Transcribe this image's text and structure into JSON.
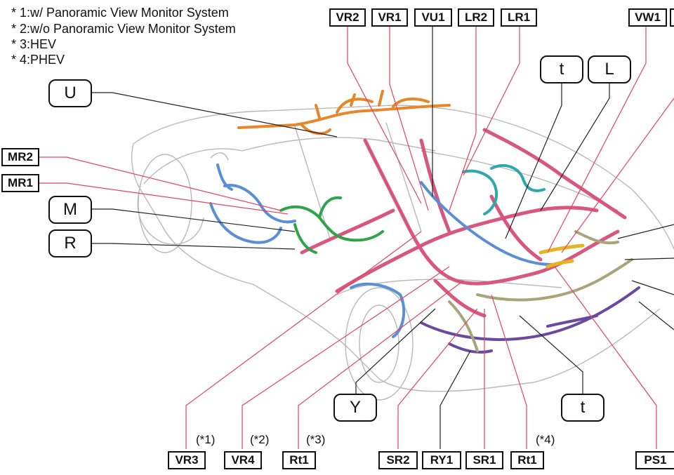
{
  "notes": [
    "* 1:w/ Panoramic View Monitor System",
    "* 2:w/o Panoramic View Monitor System",
    "* 3:HEV",
    "* 4:PHEV"
  ],
  "top_labels": [
    "VR2",
    "VR1",
    "VU1",
    "LR2",
    "LR1",
    "VW1"
  ],
  "left_labels": [
    "MR2",
    "MR1"
  ],
  "bottom_labels": [
    "VR3",
    "VR4",
    "Rt1",
    "SR2",
    "RY1",
    "SR1",
    "Rt1",
    "PS1"
  ],
  "conditions": [
    "(*1)",
    "(*2)",
    "(*3)",
    "(*4)"
  ],
  "connector_labels": [
    "U",
    "M",
    "R",
    "t",
    "L",
    "Y",
    "t"
  ],
  "colors": {
    "leader_line": "#e0455f",
    "harness_pink": "#d8577f",
    "harness_orange": "#e8862a",
    "harness_blue": "#5a8fd6",
    "harness_green": "#2fa34a",
    "harness_teal": "#2fa8ad",
    "harness_purple": "#6a4aa0",
    "harness_khaki": "#a9a57a"
  }
}
